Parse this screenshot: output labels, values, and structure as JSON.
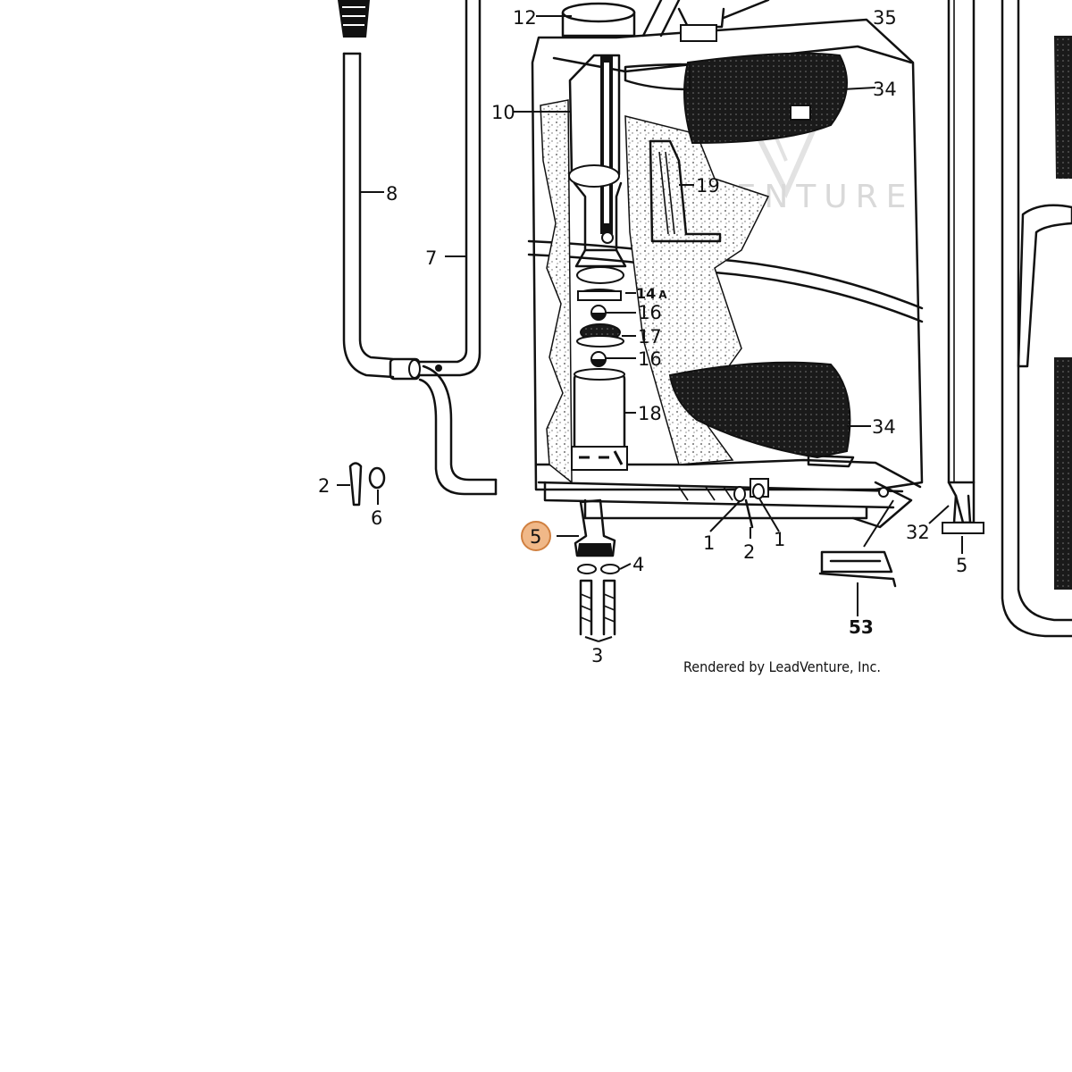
{
  "diagram": {
    "callouts": {
      "c12": "12",
      "c35": "35",
      "c34a": "34",
      "c10": "10",
      "c19": "19",
      "c8": "8",
      "c7": "7",
      "c14a": "14",
      "c14a_suffix": "A",
      "c16a": "16",
      "c17": "17",
      "c16b": "16",
      "c18": "18",
      "c34b": "34",
      "c2_left": "2",
      "c6": "6",
      "c5_selected": "5",
      "c4": "4",
      "c3": "3",
      "c1a": "1",
      "c2_mid": "2",
      "c1b": "1",
      "c32": "32",
      "c5_right": "5",
      "c53": "53"
    },
    "selected_part": "5",
    "highlight_color": "#f0b888",
    "watermark": "VENTURE",
    "credit": "Rendered by LeadVenture, Inc."
  }
}
